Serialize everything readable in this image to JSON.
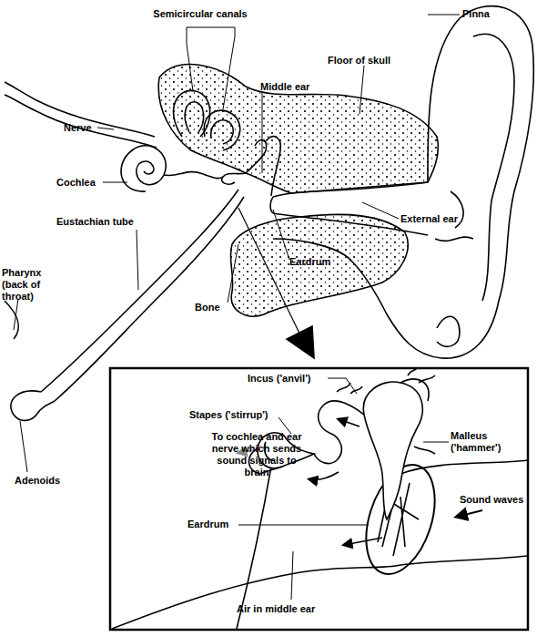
{
  "diagram": {
    "labels": [
      "Semicircular canals",
      "Pinna",
      "Floor of skull",
      "Middle ear",
      "Nerve",
      "Cochlea",
      "External ear",
      "Eustachian tube",
      "Eardrum",
      "Pharynx (back of throat)",
      "Bone",
      "Adenoids",
      "Incus ('anvil')",
      "Malleus ('hammer')",
      "Stapes ('stirrup')",
      "To cochlea and ear nerve which sends sound signals to brain",
      "Sound waves",
      "Eardrum",
      "Air in middle ear"
    ]
  }
}
